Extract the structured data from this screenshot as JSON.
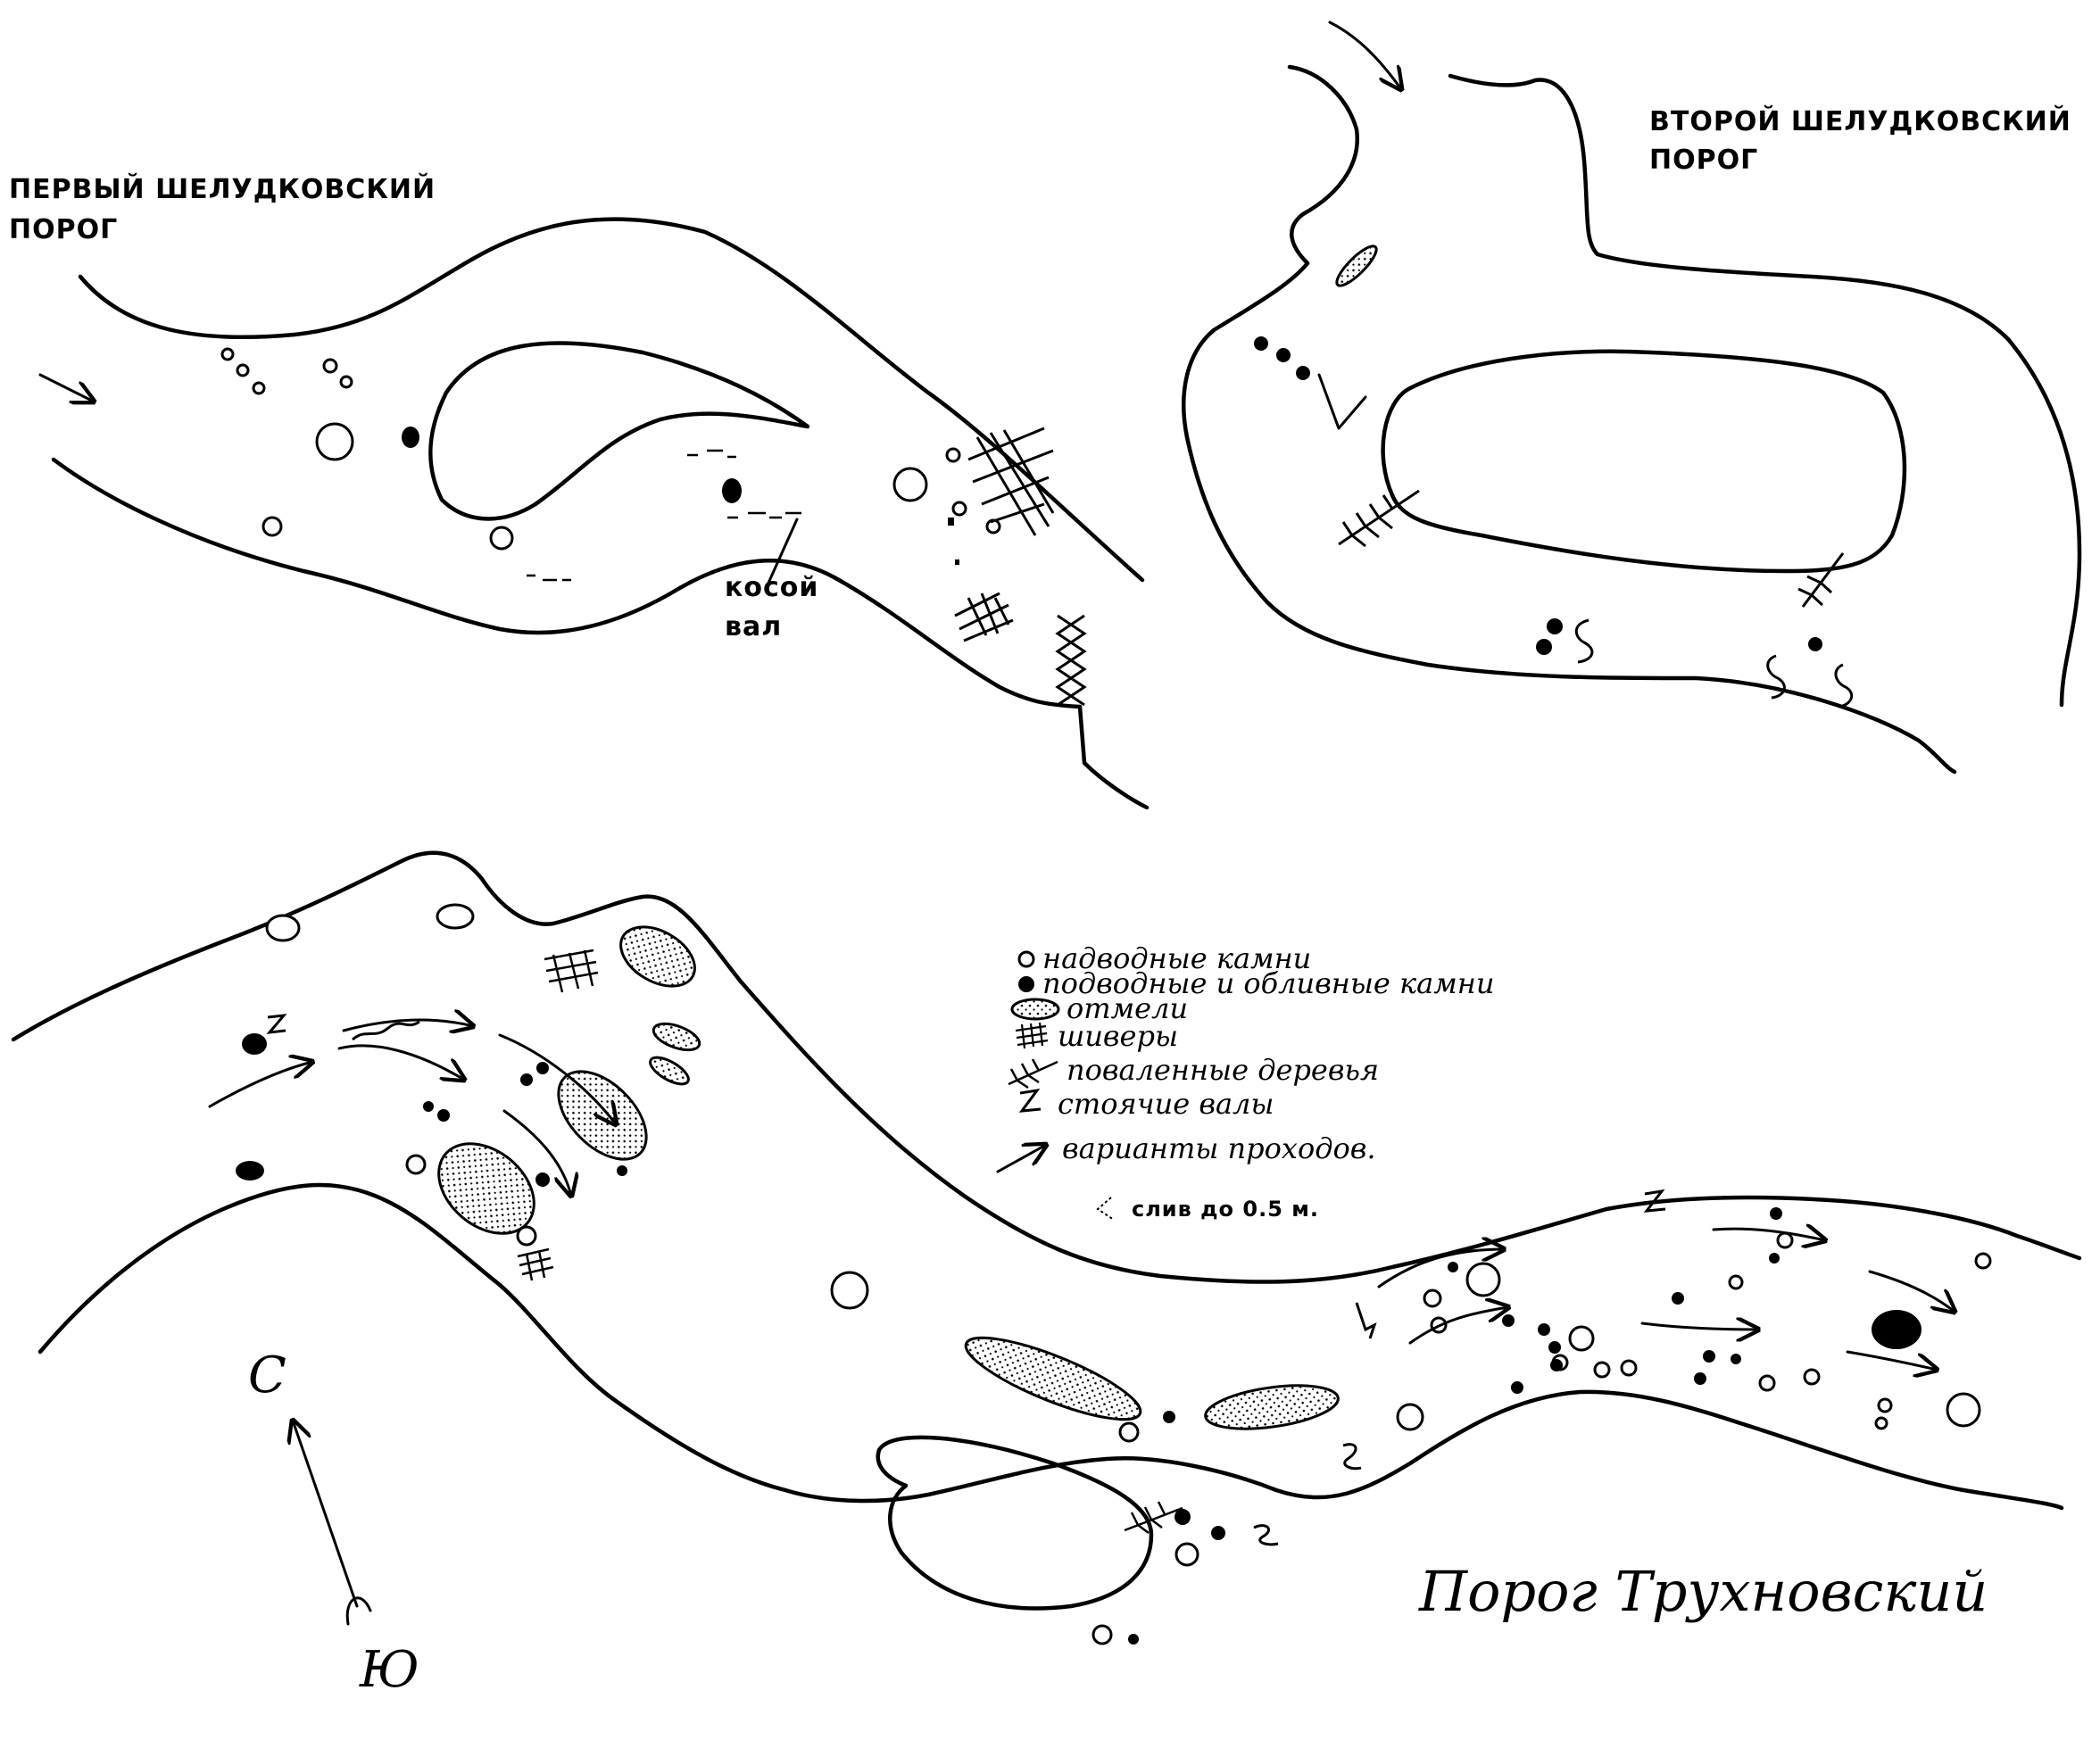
{
  "titles": {
    "first_rapid": [
      "ПЕРВЫЙ ШЕЛУДКОВСКИЙ",
      "ПОРОГ"
    ],
    "second_rapid": [
      "ВТОРОЙ ШЕЛУДКОВСКИЙ",
      "ПОРОГ"
    ],
    "third_rapid": "Порог Трухновский"
  },
  "annotations": {
    "oblique_wave": [
      "косой",
      "вал"
    ]
  },
  "legend": [
    {
      "symbol": "rock-above-icon",
      "text": "надводные камни"
    },
    {
      "symbol": "rock-below-icon",
      "text": "подводные и обливные камни"
    },
    {
      "symbol": "shoal-icon",
      "text": "отмели"
    },
    {
      "symbol": "riffle-icon",
      "text": "шиверы"
    },
    {
      "symbol": "fallen-tree-icon",
      "text": "поваленные деревья"
    },
    {
      "symbol": "standing-wave-icon",
      "text": "стоячие валы"
    },
    {
      "symbol": "route-arrow-icon",
      "text": "варианты проходов."
    },
    {
      "symbol": "drop-icon",
      "text": "слив до 0.5 м."
    }
  ],
  "compass": {
    "north": "С",
    "south": "Ю"
  },
  "colors": {
    "ink": "#000000",
    "paper": "#ffffff"
  }
}
